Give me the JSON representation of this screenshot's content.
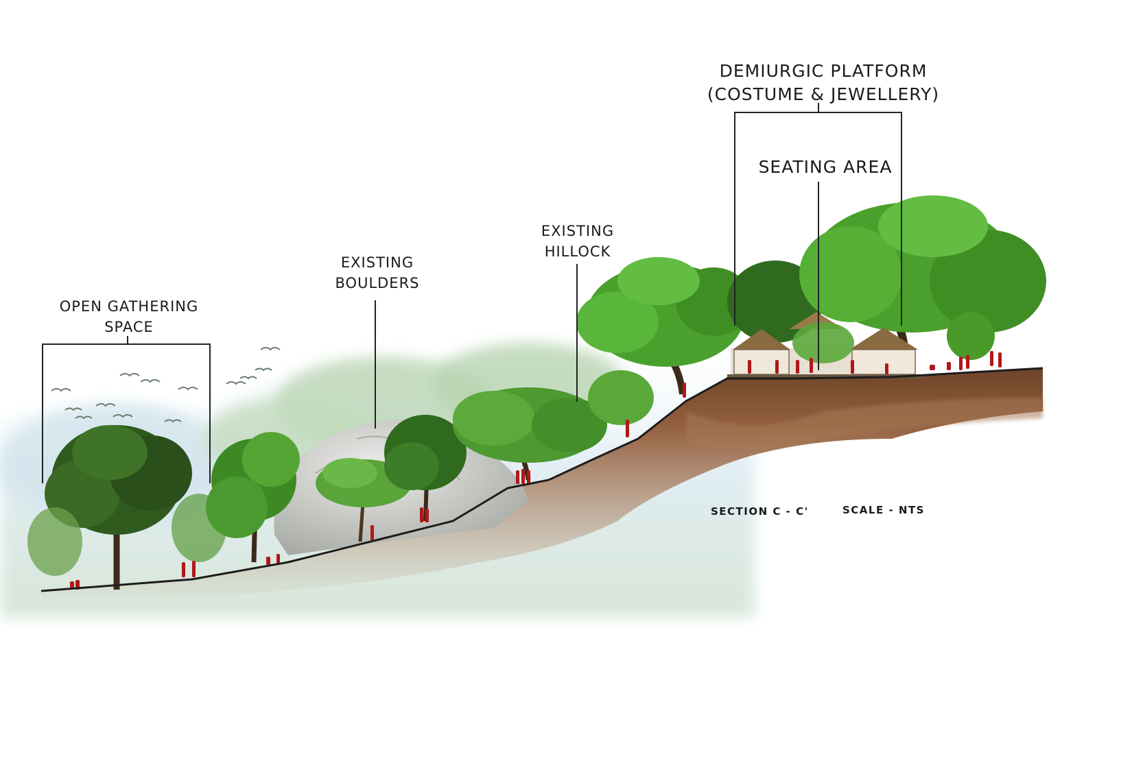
{
  "labels": {
    "open_gathering": "OPEN GATHERING\nSPACE",
    "boulders": "EXISTING\nBOULDERS",
    "hillock": "EXISTING\nHILLOCK",
    "platform_line1": "DEMIURGIC PLATFORM",
    "platform_line2": "(COSTUME & JEWELLERY)",
    "seating": "SEATING AREA",
    "section": "SECTION C - C'",
    "scale": "SCALE - NTS"
  },
  "colors": {
    "soil": "#8a5a3b",
    "soil_dark": "#5e3a22",
    "tree_bright": "#4a9a2a",
    "tree_dark": "#2f5a1e",
    "haze": "#bcd8b8",
    "sky": "#dbeaf2",
    "boulder": "#c9cbc6",
    "figure": "#b01818",
    "roof": "#8a6a40",
    "line": "#222222"
  }
}
